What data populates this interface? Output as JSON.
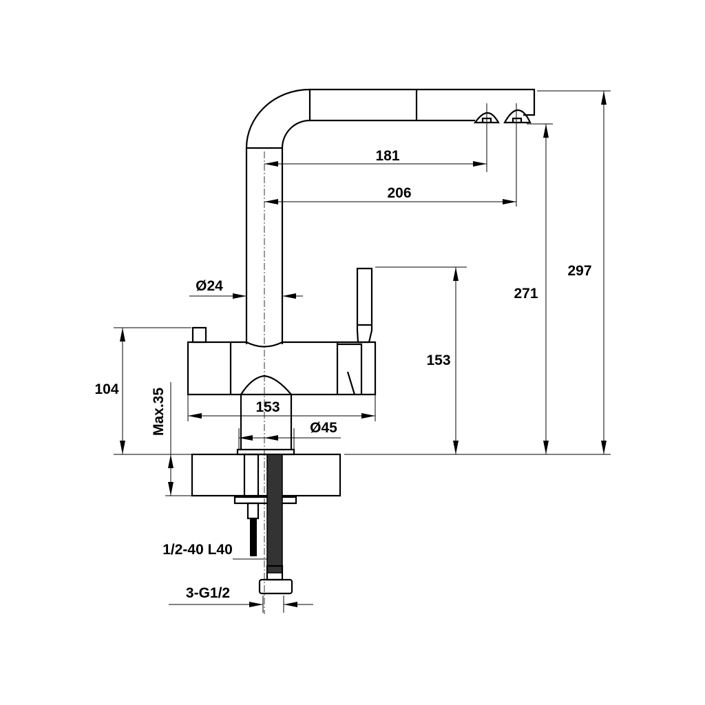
{
  "drawing": {
    "title": "Kitchen faucet dimension drawing",
    "dimensions": {
      "spout_reach_1": "181",
      "spout_reach_2": "206",
      "total_height": "297",
      "outlet_height": "271",
      "handle_height": "153",
      "body_height": "104",
      "spout_diameter": "Ø24",
      "body_width": "153",
      "base_diameter": "Ø45",
      "max_counter_thickness": "Max.35",
      "mounting_rod": "1/2-40 L40",
      "hose_connection": "3-G1/2"
    },
    "line_color": "#000000",
    "background": "#ffffff"
  }
}
